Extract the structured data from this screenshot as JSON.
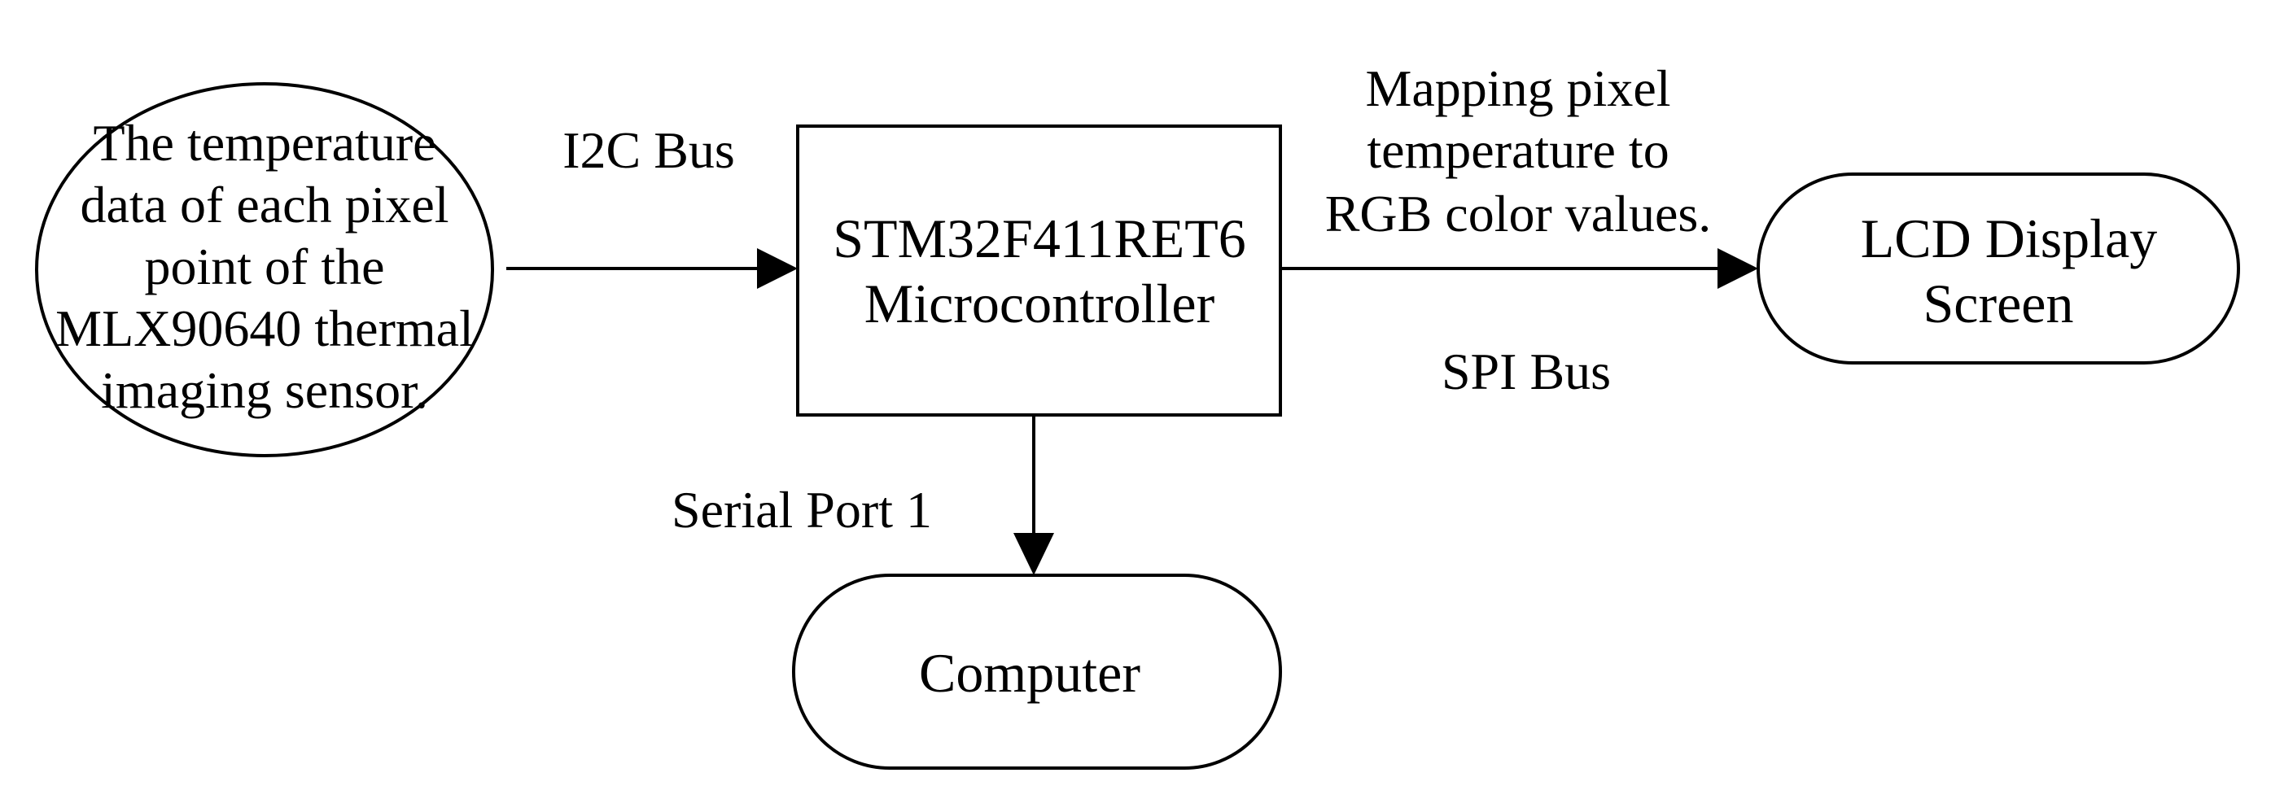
{
  "nodes": {
    "sensor": {
      "lines": [
        "The temperature",
        "data of each pixel",
        "point of the",
        "MLX90640 thermal",
        "imaging sensor."
      ]
    },
    "mcu": {
      "lines": [
        "STM32F411RET6",
        "Microcontroller"
      ]
    },
    "lcd": {
      "lines": [
        "LCD Display",
        "Screen"
      ]
    },
    "computer": {
      "lines": [
        "Computer"
      ]
    }
  },
  "edges": {
    "sensor_to_mcu": {
      "label_lines": [
        "I2C Bus"
      ]
    },
    "mcu_to_lcd": {
      "label_lines": [
        "Mapping pixel",
        "temperature to",
        "RGB color values."
      ],
      "sub_label": "SPI Bus"
    },
    "mcu_to_computer": {
      "label_lines": [
        "Serial Port 1"
      ]
    }
  }
}
